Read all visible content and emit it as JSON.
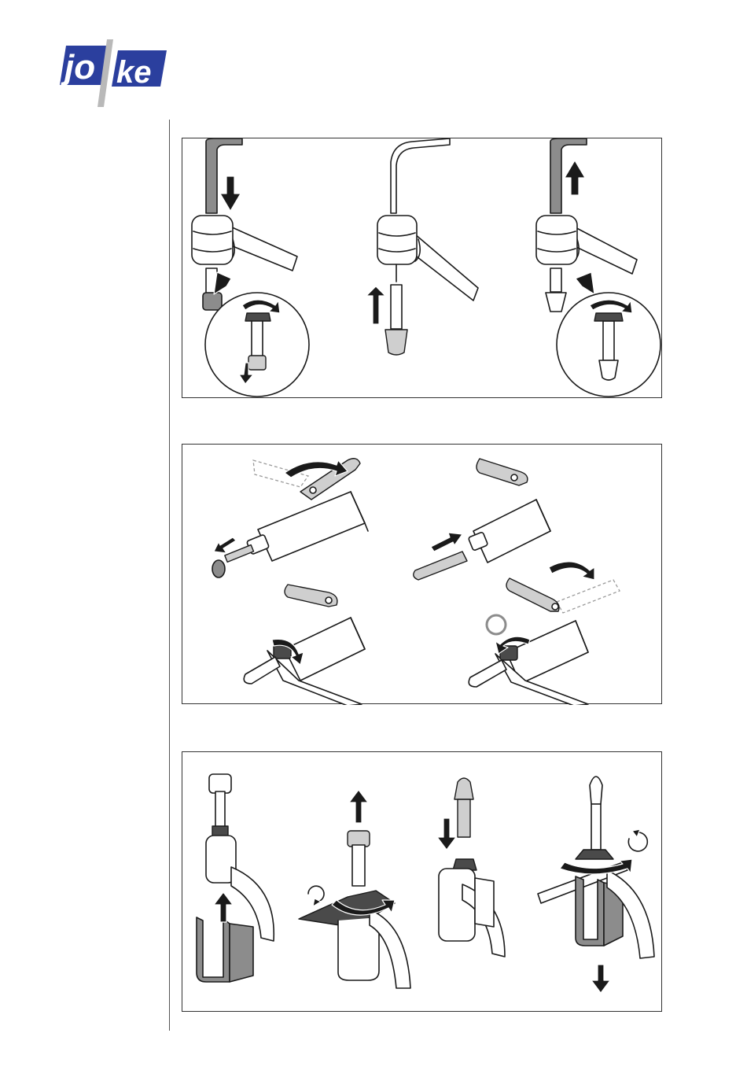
{
  "logo": {
    "text_left": "jo",
    "text_right": "ke",
    "brand_color": "#2b3f9e",
    "divider_color": "#b9b9b9"
  },
  "panels": [
    {
      "id": "panel-1",
      "icon": "hose-nozzle-change-steps"
    },
    {
      "id": "panel-2",
      "icon": "handpiece-collet-change-steps"
    },
    {
      "id": "panel-3",
      "icon": "clamp-holder-tool-change-steps"
    }
  ]
}
